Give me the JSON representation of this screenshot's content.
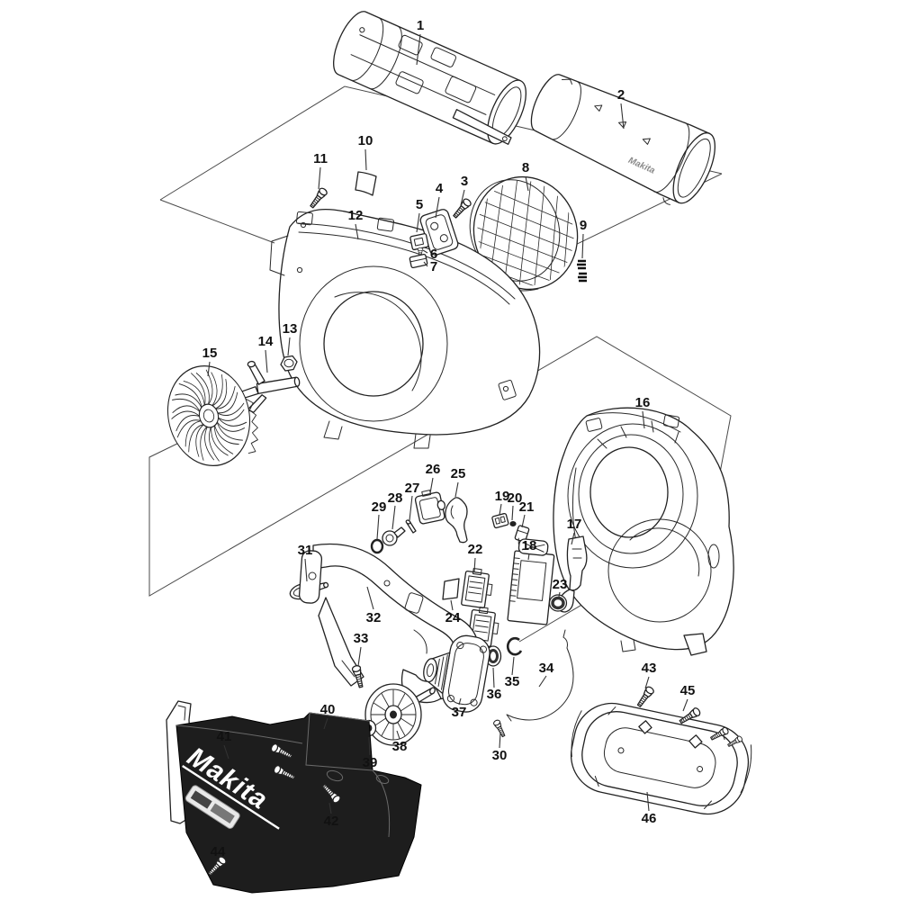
{
  "diagram": {
    "kind": "exploded-parts-diagram",
    "product": "cordless blower",
    "part_count": 46
  },
  "brand": {
    "cover_logo": "Makita",
    "tube_logo": "Makita"
  },
  "part_numbers": [
    "1",
    "2",
    "3",
    "4",
    "5",
    "6",
    "7",
    "8",
    "9",
    "10",
    "11",
    "12",
    "13",
    "14",
    "15",
    "16",
    "17",
    "18",
    "19",
    "20",
    "21",
    "22",
    "23",
    "24",
    "25",
    "26",
    "27",
    "28",
    "29",
    "30",
    "31",
    "32",
    "33",
    "34",
    "35",
    "36",
    "37",
    "38",
    "39",
    "40",
    "41",
    "42",
    "43",
    "44",
    "45",
    "46"
  ],
  "colors": {
    "background": "#ffffff",
    "line_art": "#222222",
    "label_text": "#111111",
    "boundary_line": "#4a4a4a",
    "cover_fill": "#1d1d1d",
    "logo_text": "#ffffff"
  }
}
